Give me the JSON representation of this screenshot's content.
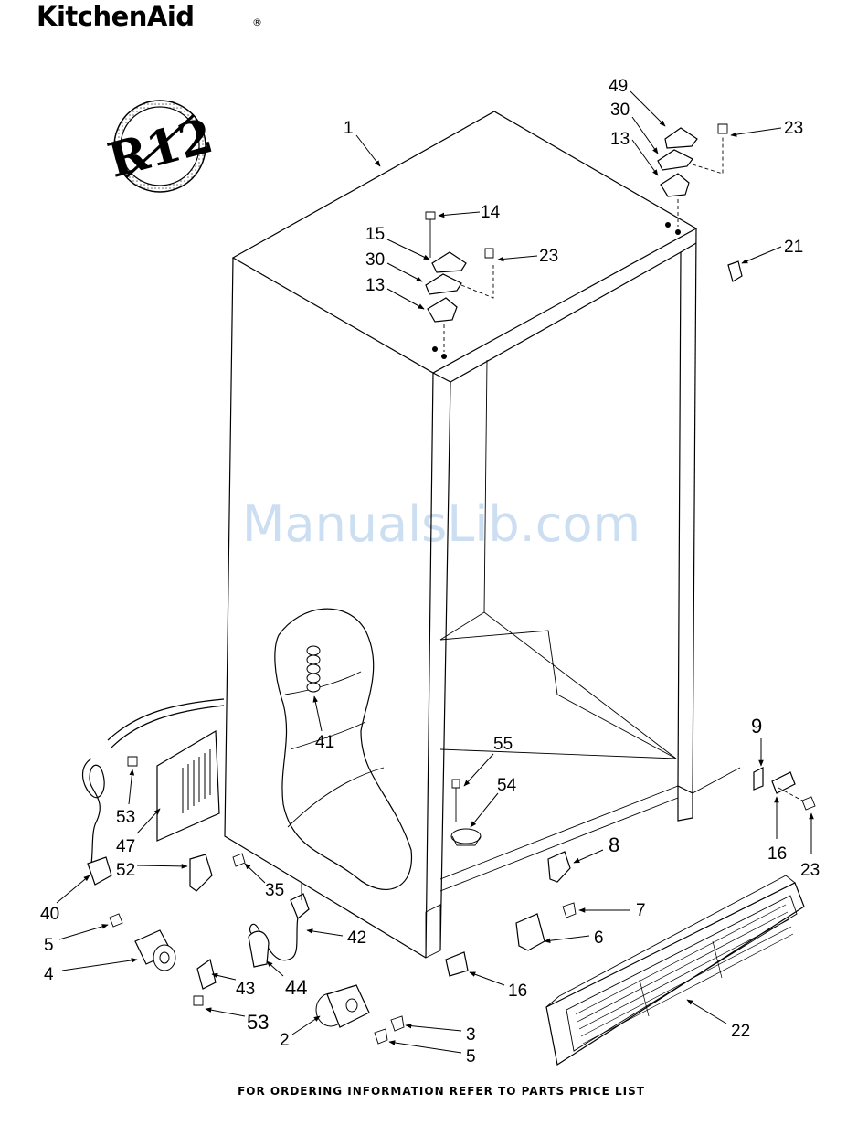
{
  "brand": {
    "name": "KitchenAid",
    "trademark": "®"
  },
  "badge": {
    "label": "R12"
  },
  "watermark": {
    "text": "ManualsLib.com"
  },
  "footer": {
    "text": "FOR ORDERING INFORMATION REFER TO PARTS PRICE LIST"
  },
  "callouts": {
    "c1": "1",
    "c49": "49",
    "c30a": "30",
    "c13a": "13",
    "c23a": "23",
    "c14": "14",
    "c15": "15",
    "c30b": "30",
    "c13b": "13",
    "c23b": "23",
    "c21": "21",
    "c41": "41",
    "c55": "55",
    "c54": "54",
    "c9": "9",
    "c16a": "16",
    "c23c": "23",
    "c8": "8",
    "c53a": "53",
    "c47": "47",
    "c52": "52",
    "c35": "35",
    "c40": "40",
    "c5a": "5",
    "c4": "4",
    "c42": "42",
    "c43": "43",
    "c44": "44",
    "c53b": "53",
    "c2": "2",
    "c3": "3",
    "c5b": "5",
    "c7": "7",
    "c6": "6",
    "c16b": "16",
    "c22": "22"
  }
}
